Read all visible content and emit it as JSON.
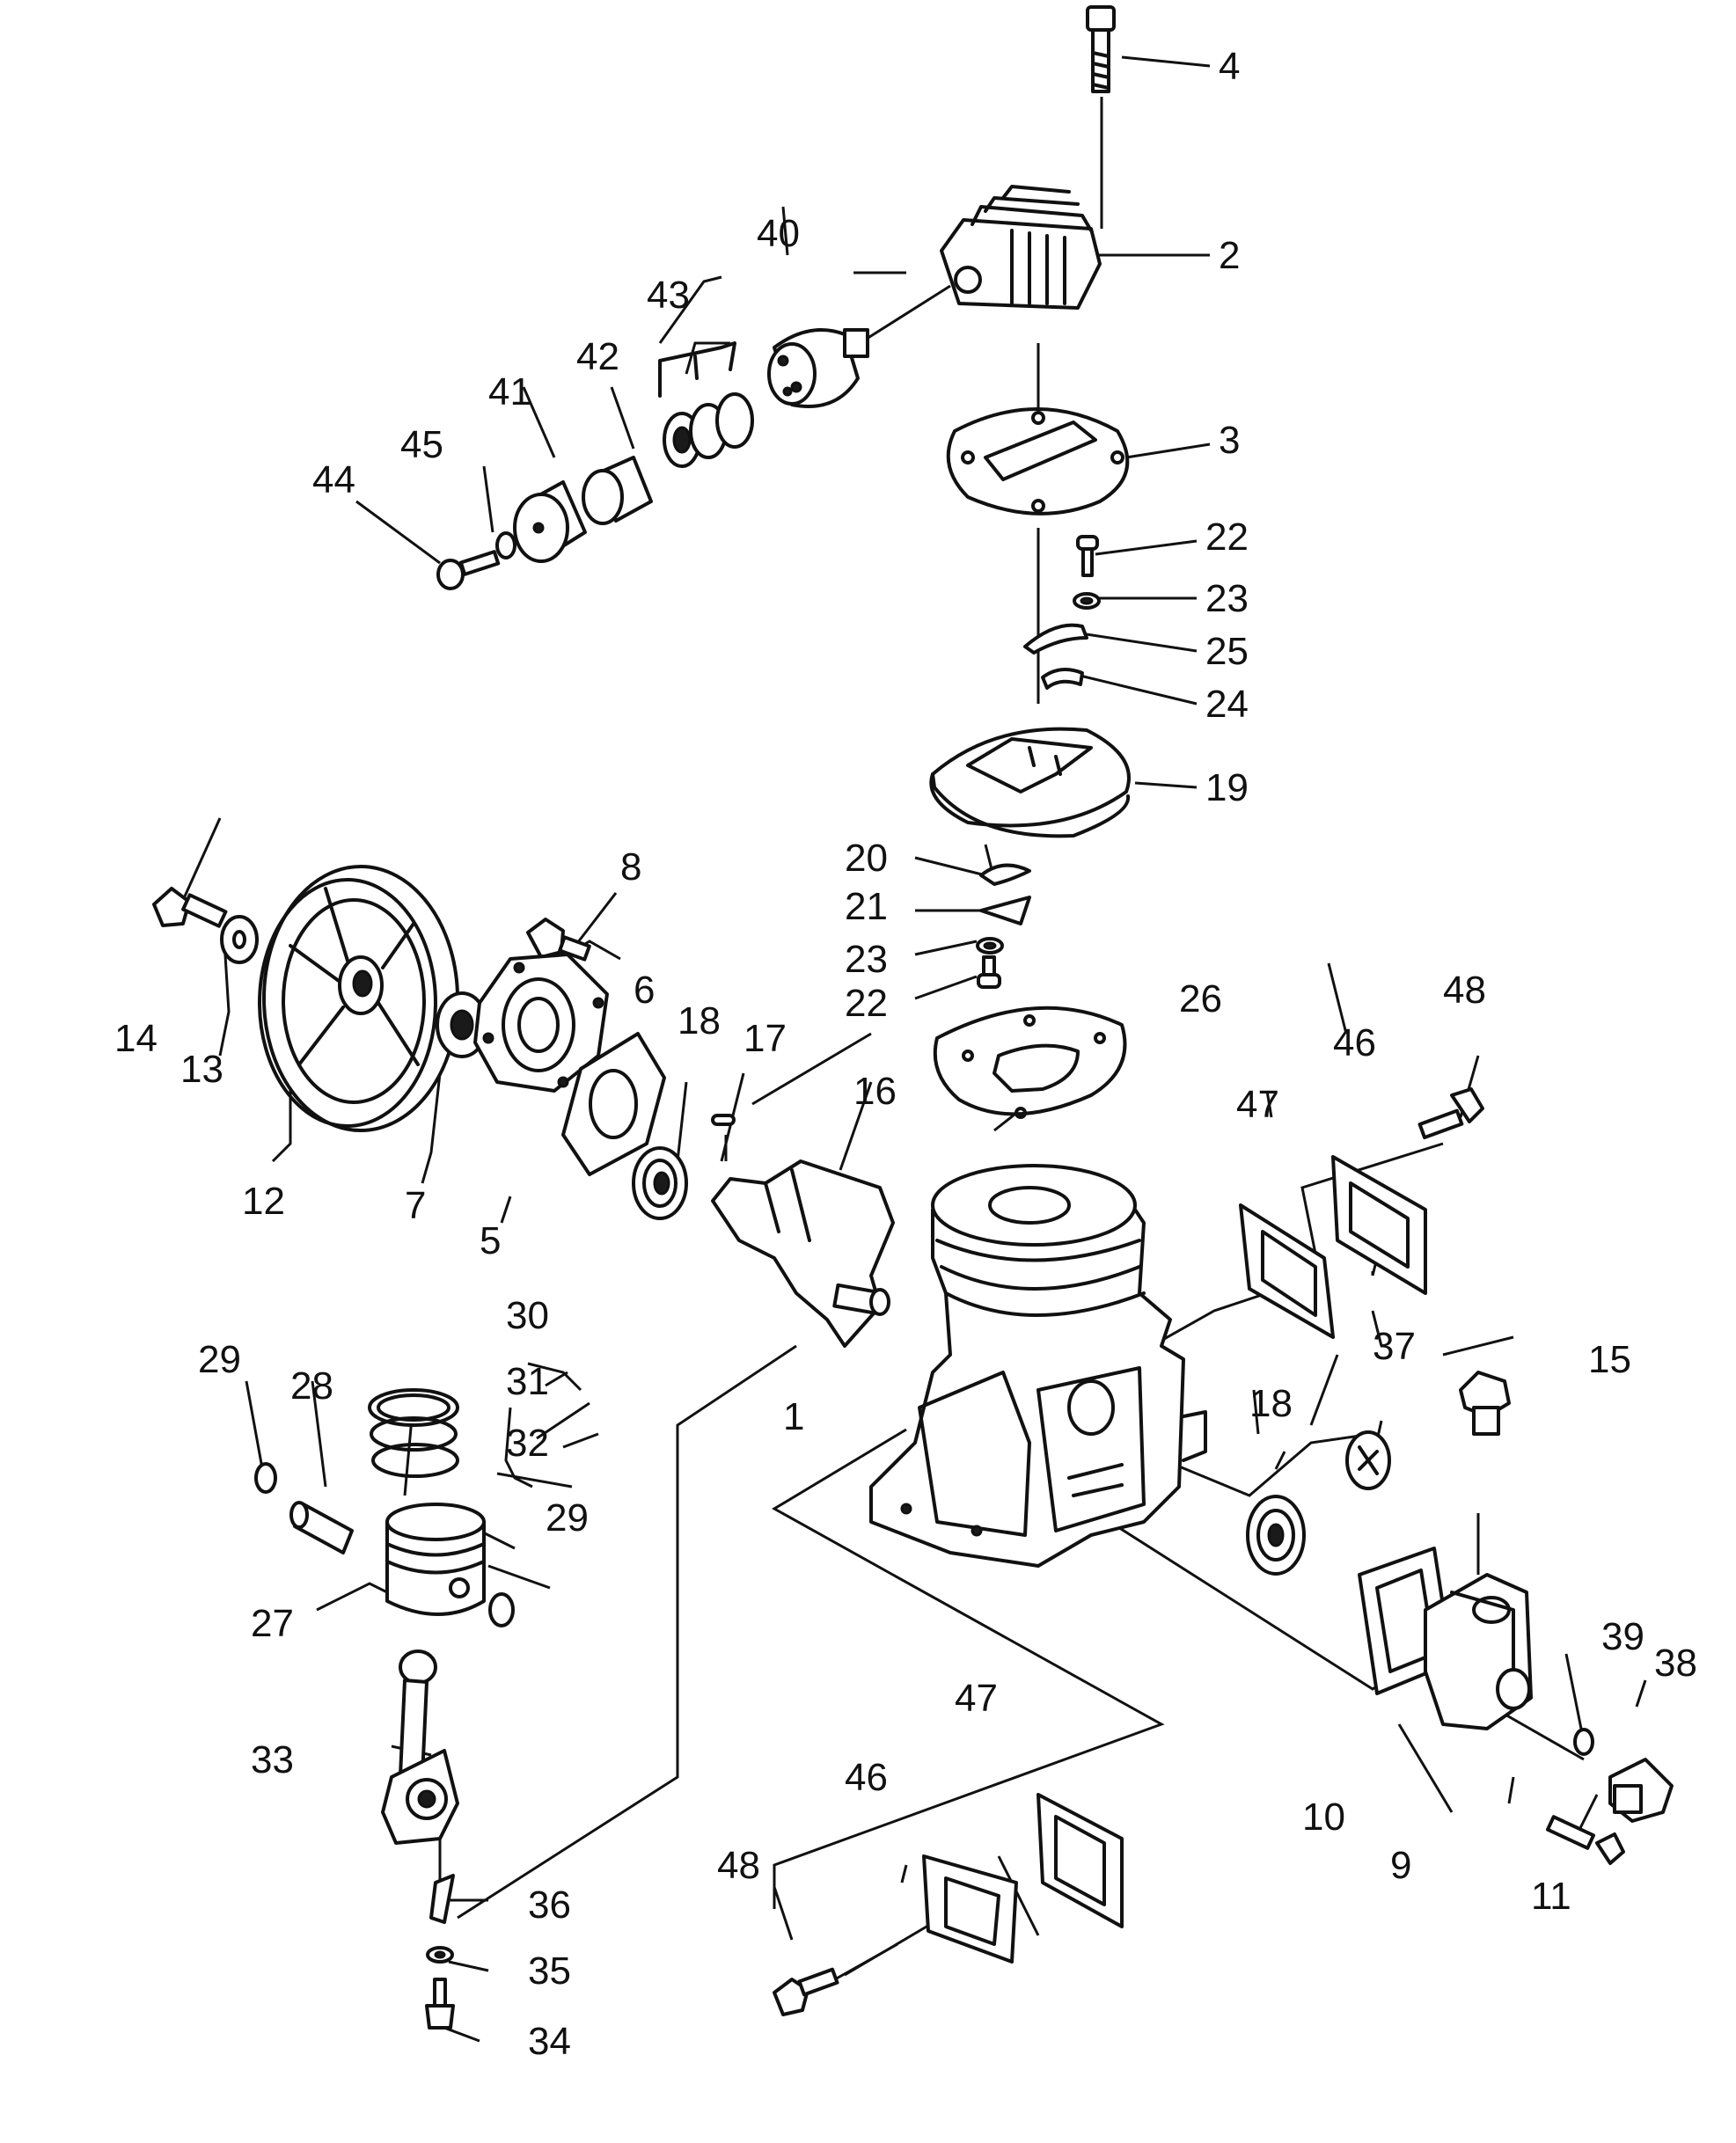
{
  "diagram": {
    "callouts": [
      {
        "id": "c1",
        "text": "1"
      },
      {
        "id": "c2",
        "text": "2"
      },
      {
        "id": "c3",
        "text": "3"
      },
      {
        "id": "c4",
        "text": "4"
      },
      {
        "id": "c5",
        "text": "5"
      },
      {
        "id": "c6",
        "text": "6"
      },
      {
        "id": "c7",
        "text": "7"
      },
      {
        "id": "c8",
        "text": "8"
      },
      {
        "id": "c9",
        "text": "9"
      },
      {
        "id": "c10",
        "text": "10"
      },
      {
        "id": "c11",
        "text": "11"
      },
      {
        "id": "c12",
        "text": "12"
      },
      {
        "id": "c13",
        "text": "13"
      },
      {
        "id": "c14",
        "text": "14"
      },
      {
        "id": "c15",
        "text": "15"
      },
      {
        "id": "c16",
        "text": "16"
      },
      {
        "id": "c17",
        "text": "17"
      },
      {
        "id": "c18a",
        "text": "18"
      },
      {
        "id": "c18b",
        "text": "18"
      },
      {
        "id": "c19",
        "text": "19"
      },
      {
        "id": "c20",
        "text": "20"
      },
      {
        "id": "c21",
        "text": "21"
      },
      {
        "id": "c22a",
        "text": "22"
      },
      {
        "id": "c22b",
        "text": "22"
      },
      {
        "id": "c23a",
        "text": "23"
      },
      {
        "id": "c23b",
        "text": "23"
      },
      {
        "id": "c24",
        "text": "24"
      },
      {
        "id": "c25",
        "text": "25"
      },
      {
        "id": "c26",
        "text": "26"
      },
      {
        "id": "c27",
        "text": "27"
      },
      {
        "id": "c28",
        "text": "28"
      },
      {
        "id": "c29a",
        "text": "29"
      },
      {
        "id": "c29b",
        "text": "29"
      },
      {
        "id": "c30",
        "text": "30"
      },
      {
        "id": "c31",
        "text": "31"
      },
      {
        "id": "c32",
        "text": "32"
      },
      {
        "id": "c33",
        "text": "33"
      },
      {
        "id": "c34",
        "text": "34"
      },
      {
        "id": "c35",
        "text": "35"
      },
      {
        "id": "c36",
        "text": "36"
      },
      {
        "id": "c37",
        "text": "37"
      },
      {
        "id": "c38",
        "text": "38"
      },
      {
        "id": "c39",
        "text": "39"
      },
      {
        "id": "c40",
        "text": "40"
      },
      {
        "id": "c41",
        "text": "41"
      },
      {
        "id": "c42",
        "text": "42"
      },
      {
        "id": "c43",
        "text": "43"
      },
      {
        "id": "c44",
        "text": "44"
      },
      {
        "id": "c45",
        "text": "45"
      },
      {
        "id": "c46a",
        "text": "46"
      },
      {
        "id": "c46b",
        "text": "46"
      },
      {
        "id": "c47a",
        "text": "47"
      },
      {
        "id": "c47b",
        "text": "47"
      },
      {
        "id": "c48a",
        "text": "48"
      },
      {
        "id": "c48b",
        "text": "48"
      }
    ]
  }
}
